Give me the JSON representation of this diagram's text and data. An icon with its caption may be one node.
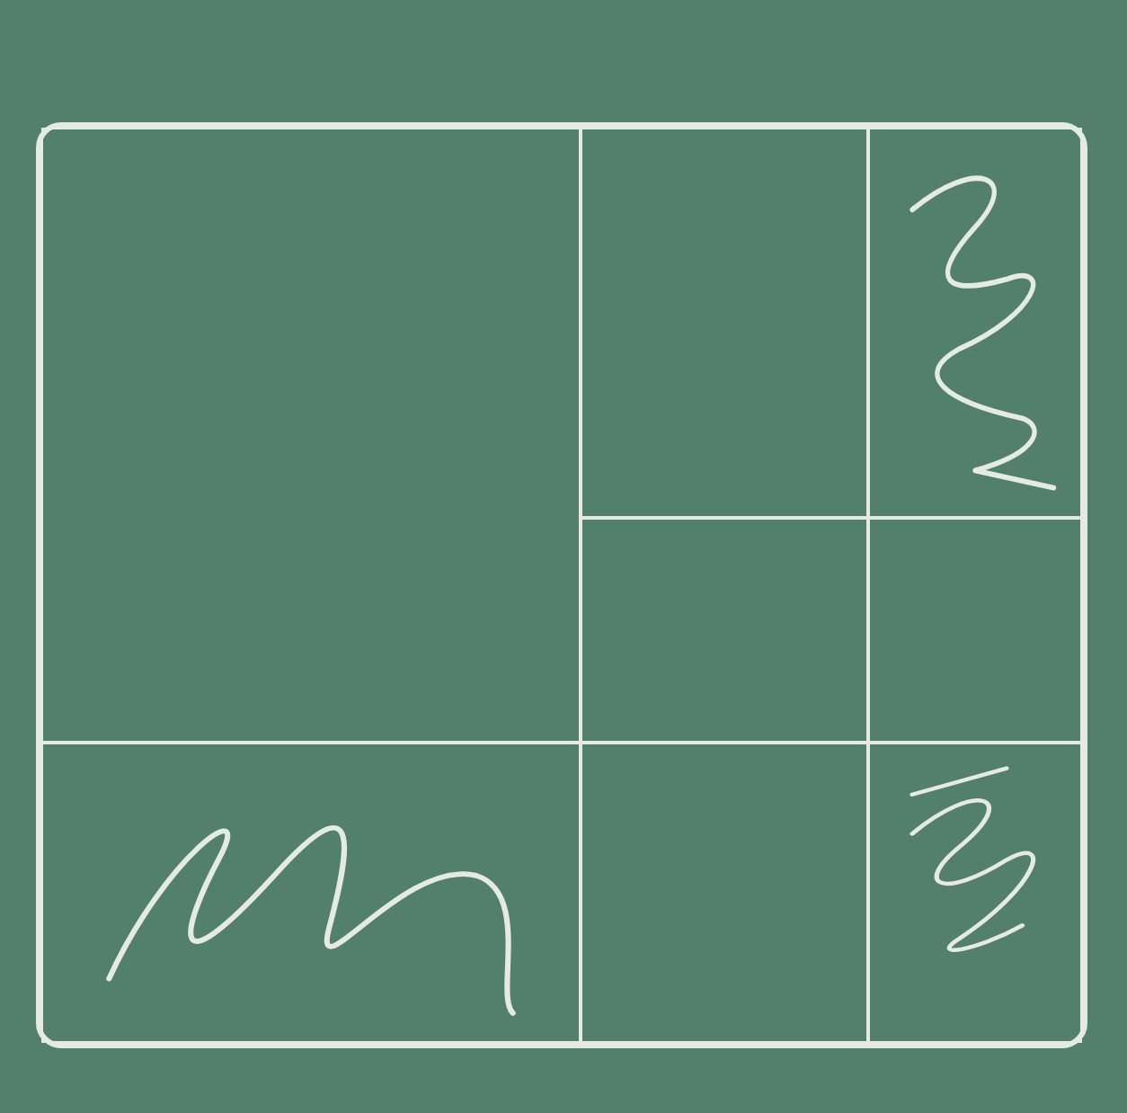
{
  "diagram": {
    "nodes": [
      {
        "text": [],
        "shape": "box"
      },
      {
        "text": [],
        "shape": "box",
        "in": 0
      },
      {
        "text": [],
        "shape": "box",
        "in": 0
      },
      {
        "text": [],
        "shape": "box",
        "in": 0
      },
      {
        "text": [],
        "shape": "box",
        "in": 0
      },
      {
        "text": [],
        "shape": "box",
        "in": 0
      },
      {
        "text": [],
        "shape": "box",
        "in": 0
      },
      {
        "text": [],
        "shape": "box",
        "in": 0
      },
      {
        "text": [],
        "shape": "box",
        "in": 0
      }
    ]
  }
}
